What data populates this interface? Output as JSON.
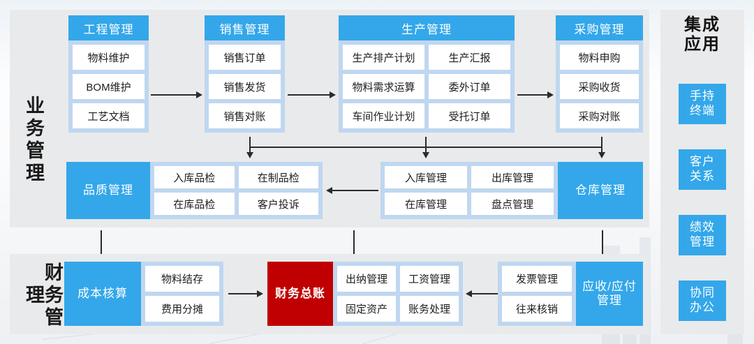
{
  "sections": {
    "business": {
      "title": "业务管理"
    },
    "finance": {
      "title": "财务管理"
    },
    "integrated": {
      "title": "集成\n应用",
      "title_line1": "集成",
      "title_line2": "应用"
    }
  },
  "integrated_apps": [
    {
      "label_line1": "手持",
      "label_line2": "终端"
    },
    {
      "label_line1": "客户",
      "label_line2": "关系"
    },
    {
      "label_line1": "绩效",
      "label_line2": "管理"
    },
    {
      "label_line1": "协同",
      "label_line2": "办公"
    }
  ],
  "business_cards": [
    {
      "header": "工程管理",
      "columns": 1,
      "items": [
        "物料维护",
        "BOM维护",
        "工艺文档"
      ]
    },
    {
      "header": "销售管理",
      "columns": 1,
      "items": [
        "销售订单",
        "销售发货",
        "销售对账"
      ]
    },
    {
      "header": "生产管理",
      "columns": 2,
      "items": [
        "生产排产计划",
        "生产汇报",
        "物料需求运算",
        "委外订单",
        "车间作业计划",
        "受托订单"
      ]
    },
    {
      "header": "采购管理",
      "columns": 1,
      "items": [
        "物料申购",
        "采购收货",
        "采购对账"
      ]
    }
  ],
  "quality_card": {
    "label": "品质管理",
    "label_side": "left",
    "items": [
      "入库品检",
      "在制品检",
      "在库品检",
      "客户投诉"
    ]
  },
  "warehouse_card": {
    "label": "仓库管理",
    "label_side": "right",
    "items": [
      "入库管理",
      "出库管理",
      "在库管理",
      "盘点管理"
    ]
  },
  "finance_cards": {
    "cost": {
      "label": "成本核算",
      "label_side": "left",
      "items": [
        "物料结存",
        "费用分摊"
      ]
    },
    "ledger": {
      "label": "财务总账"
    },
    "accounting": {
      "items": [
        "出纳管理",
        "工资管理",
        "固定资产",
        "账务处理"
      ]
    },
    "receivable": {
      "label_line1": "应收/应付",
      "label_line2": "管理",
      "items": [
        "发票管理",
        "往来核销"
      ]
    }
  },
  "colors": {
    "accent_blue": "#33a7ea",
    "card_body_blue": "#bfd7f0",
    "panel_gray": "#e9eaeb",
    "ledger_red": "#c00000",
    "item_white": "#ffffff",
    "connector": "#2b2b2b"
  }
}
